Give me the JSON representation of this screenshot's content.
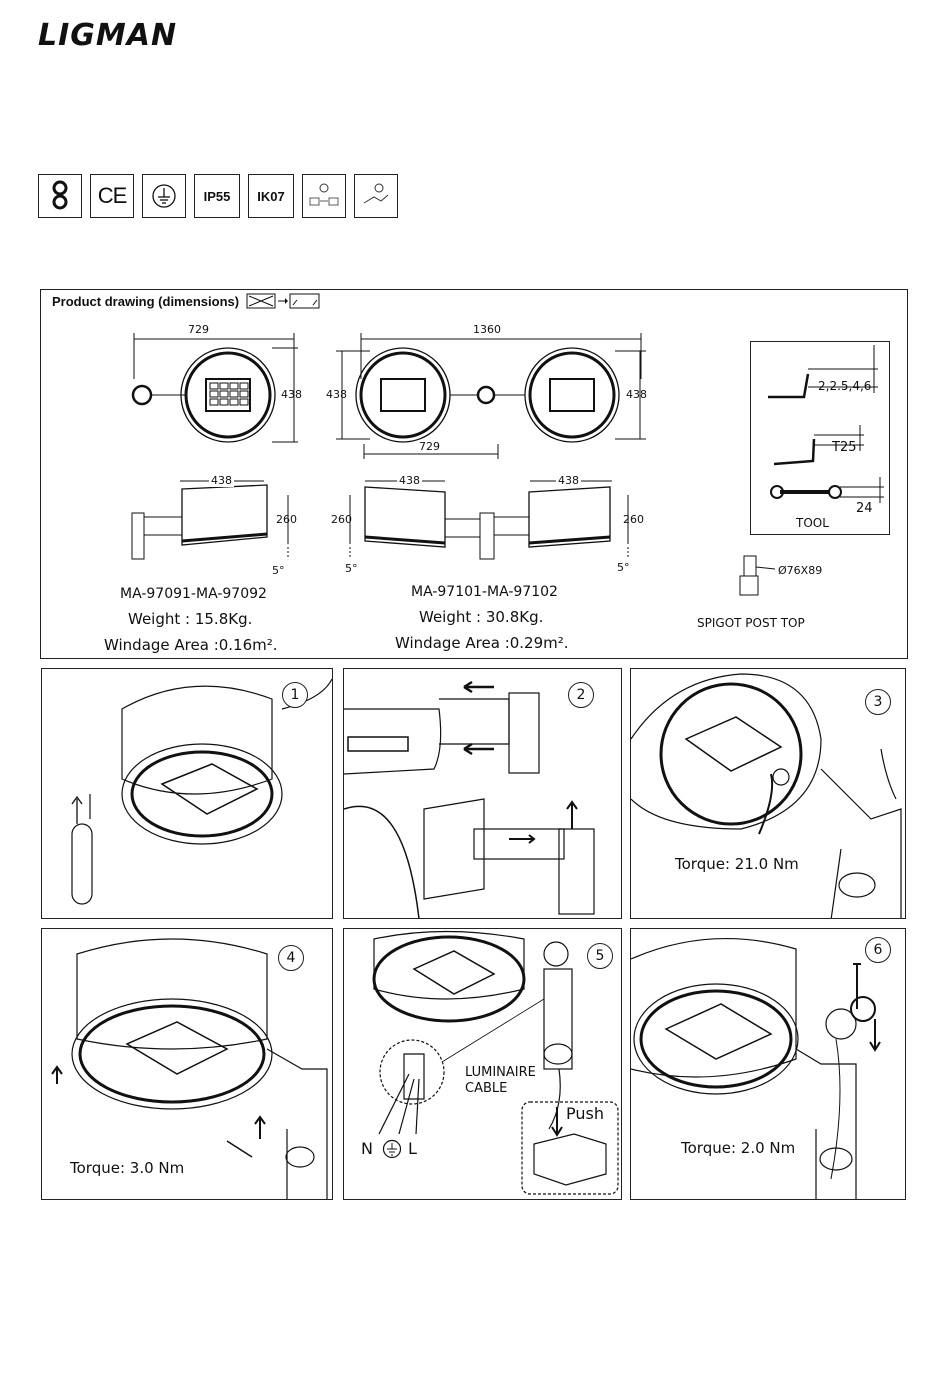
{
  "brand": {
    "logo_text": "LIGMAN"
  },
  "certifications": [
    {
      "name": "double-insulation",
      "label": ""
    },
    {
      "name": "ce-mark",
      "label": "CE"
    },
    {
      "name": "ground",
      "label": ""
    },
    {
      "name": "ip-rating",
      "label": "IP55"
    },
    {
      "name": "ik-rating",
      "label": "IK07"
    },
    {
      "name": "install-1",
      "label": ""
    },
    {
      "name": "install-2",
      "label": ""
    }
  ],
  "drawing": {
    "title": "Product drawing (dimensions)",
    "dims": {
      "single_width": "729",
      "single_height": "438",
      "double_width": "1360",
      "double_height_left": "438",
      "double_height_right": "438",
      "double_inner_width": "729",
      "side_w1": "438",
      "side_w2": "438",
      "side_w3": "438",
      "side_h1": "260",
      "side_h2": "260",
      "side_h3": "260",
      "tilt1": "5°",
      "tilt2": "5°",
      "tilt3": "5°"
    },
    "model_single": {
      "code": "MA-97091-MA-97092",
      "weight": "Weight : 15.8Kg.",
      "windage": "Windage Area :0.16m².",
      "windage_sup": ""
    },
    "model_double": {
      "code": "MA-97101-MA-97102",
      "weight": "Weight : 30.8Kg.",
      "windage": "Windage Area :0.29m²."
    },
    "tools": {
      "hex_sizes": "2,2.5,4,6",
      "torx": "T25",
      "wrench": "24",
      "label": "TOOL"
    },
    "spigot": {
      "size": "Ø76X89",
      "label": "SPIGOT POST TOP"
    }
  },
  "steps": [
    {
      "num": "1",
      "torque": ""
    },
    {
      "num": "2",
      "torque": ""
    },
    {
      "num": "3",
      "torque": "Torque: 21.0 Nm"
    },
    {
      "num": "4",
      "torque": "Torque: 3.0 Nm"
    },
    {
      "num": "5",
      "torque": "",
      "cable_label_1": "LUMINAIRE",
      "cable_label_2": "CABLE",
      "n_label": "N",
      "l_label": "L",
      "push_label": "Push"
    },
    {
      "num": "6",
      "torque": "Torque: 2.0 Nm"
    }
  ]
}
